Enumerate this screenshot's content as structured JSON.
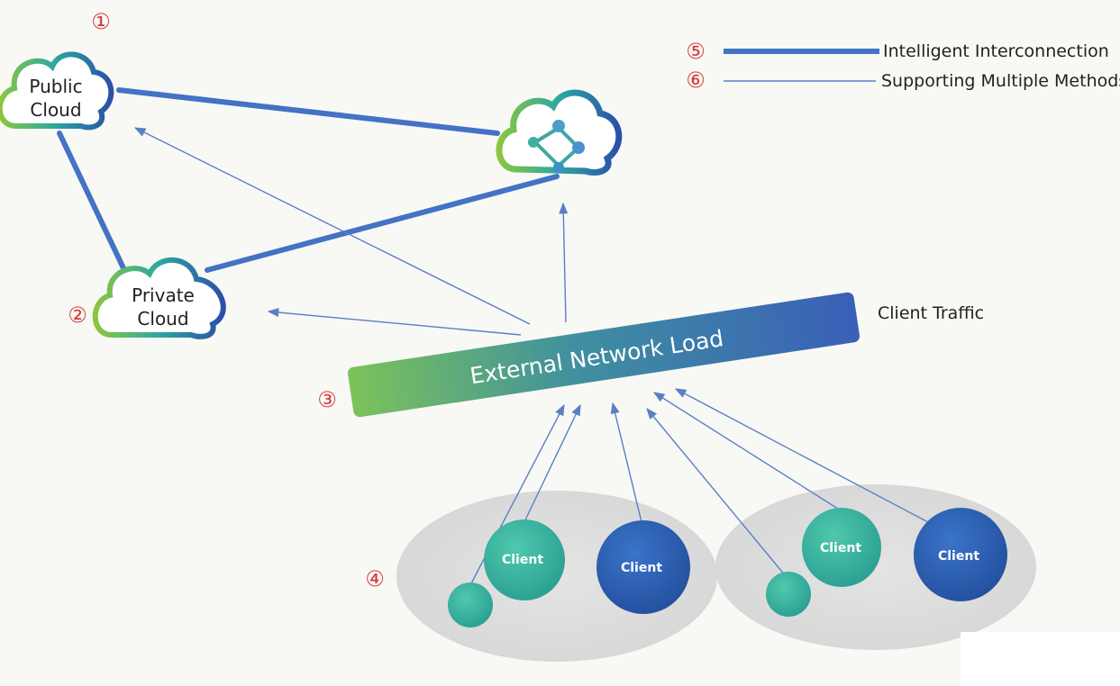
{
  "markers": [
    "①",
    "②",
    "③",
    "④",
    "⑤",
    "⑥"
  ],
  "clouds": {
    "public": [
      "Public",
      "Cloud"
    ],
    "private": [
      "Private",
      "Cloud"
    ]
  },
  "load_balancer": {
    "label": "External  Network Load"
  },
  "client_traffic_label": "Client Traffic",
  "legend": [
    {
      "label": "Intelligent   Interconnection",
      "style": "thick"
    },
    {
      "label": "Supporting Multiple Methods",
      "style": "thin"
    }
  ],
  "clients": {
    "label": "Client",
    "groups": 2
  },
  "colors": {
    "thick_line": "#4472c4",
    "thin_line": "#5b7fc4",
    "marker": "#d63a3a",
    "bar_start": "#7cc35a",
    "bar_end": "#3a5fb8",
    "teal_client": "#2fb59a",
    "blue_client": "#2f5fb8",
    "group_bg": "#dcdcdc"
  }
}
